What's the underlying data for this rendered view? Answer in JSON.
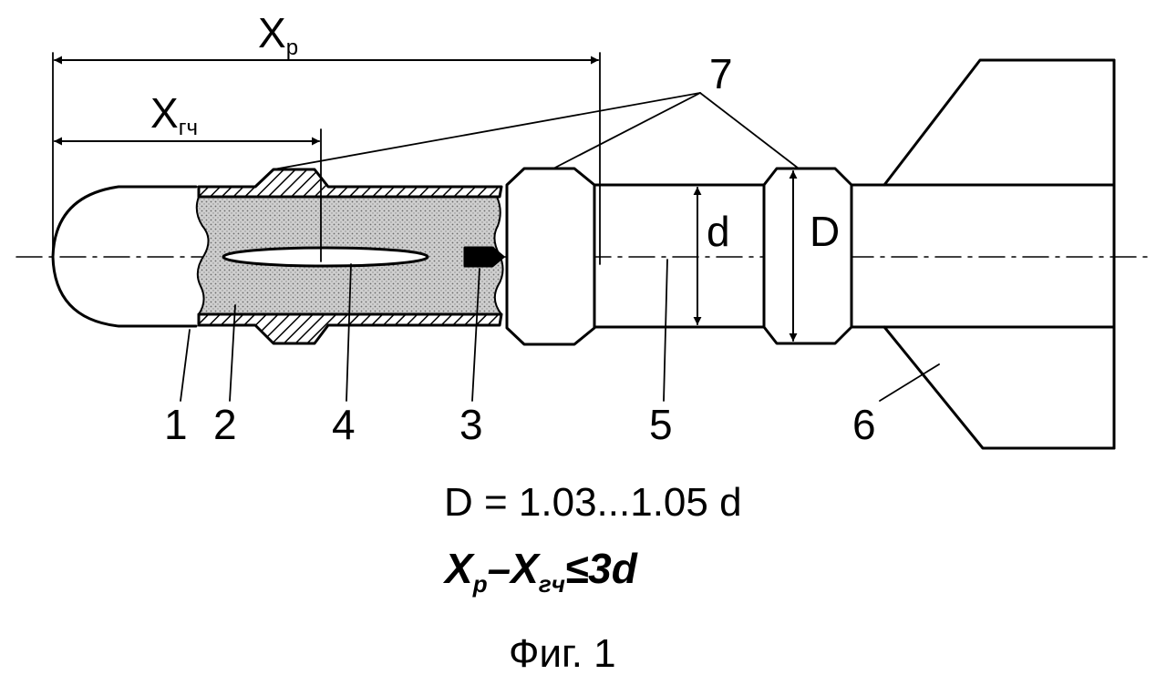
{
  "figure": {
    "labels": {
      "xp_main": "X",
      "xp_sub": "p",
      "xgch_main": "X",
      "xgch_sub": "гч",
      "part_1": "1",
      "part_2": "2",
      "part_3": "3",
      "part_4": "4",
      "part_5": "5",
      "part_6": "6",
      "part_7": "7",
      "small_d": "d",
      "big_D": "D"
    },
    "formula_1": "D = 1.03...1.05 d",
    "formula_2": {
      "x1_main": "X",
      "x1_sub": "p",
      "minus": "–",
      "x2_main": "X",
      "x2_sub": "гч",
      "relation": "≤3d"
    },
    "caption": "Фиг. 1"
  },
  "colors": {
    "line": "#000000",
    "background": "#ffffff",
    "fill_dots": "#bdbdbd"
  }
}
